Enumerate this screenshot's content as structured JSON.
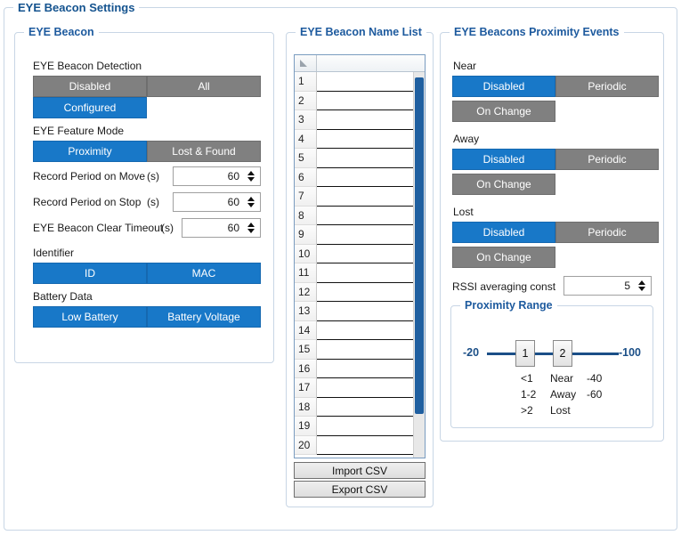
{
  "window": {
    "title": "EYE Beacon Settings"
  },
  "colors": {
    "accent_blue": "#1878c8",
    "toggle_off_gray": "#808080",
    "title_blue": "#1d5a9e",
    "slider_blue": "#1b4f87",
    "scrollbar_thumb": "#1f5fa0"
  },
  "beacon_panel": {
    "title": "EYE Beacon",
    "detection": {
      "label": "EYE Beacon Detection",
      "options": [
        {
          "label": "Disabled",
          "selected": false
        },
        {
          "label": "All",
          "selected": false
        },
        {
          "label": "Configured",
          "selected": true
        }
      ]
    },
    "feature_mode": {
      "label": "EYE Feature Mode",
      "options": [
        {
          "label": "Proximity",
          "selected": true
        },
        {
          "label": "Lost & Found",
          "selected": false
        }
      ]
    },
    "numeric_fields": [
      {
        "label": "Record Period on Move",
        "unit": "(s)",
        "value": "60"
      },
      {
        "label": "Record Period on Stop",
        "unit": "(s)",
        "value": "60"
      },
      {
        "label": "EYE Beacon Clear Timeout",
        "unit": "(s)",
        "value": "60"
      }
    ],
    "identifier": {
      "label": "Identifier",
      "options": [
        {
          "label": "ID",
          "selected": true
        },
        {
          "label": "MAC",
          "selected": true
        }
      ]
    },
    "battery_data": {
      "label": "Battery Data",
      "options": [
        {
          "label": "Low Battery",
          "selected": true
        },
        {
          "label": "Battery Voltage",
          "selected": true
        }
      ]
    }
  },
  "name_list_panel": {
    "title": "EYE Beacon Name List",
    "column_header": "",
    "rows": [
      {
        "num": "1",
        "name": ""
      },
      {
        "num": "2",
        "name": ""
      },
      {
        "num": "3",
        "name": ""
      },
      {
        "num": "4",
        "name": ""
      },
      {
        "num": "5",
        "name": ""
      },
      {
        "num": "6",
        "name": ""
      },
      {
        "num": "7",
        "name": ""
      },
      {
        "num": "8",
        "name": ""
      },
      {
        "num": "9",
        "name": ""
      },
      {
        "num": "10",
        "name": ""
      },
      {
        "num": "11",
        "name": ""
      },
      {
        "num": "12",
        "name": ""
      },
      {
        "num": "13",
        "name": ""
      },
      {
        "num": "14",
        "name": ""
      },
      {
        "num": "15",
        "name": ""
      },
      {
        "num": "16",
        "name": ""
      },
      {
        "num": "17",
        "name": ""
      },
      {
        "num": "18",
        "name": ""
      },
      {
        "num": "19",
        "name": ""
      },
      {
        "num": "20",
        "name": ""
      }
    ],
    "import_label": "Import CSV",
    "export_label": "Export CSV"
  },
  "proximity_events_panel": {
    "title": "EYE Beacons Proximity Events",
    "groups": [
      {
        "label": "Near",
        "options": [
          {
            "label": "Disabled",
            "selected": true
          },
          {
            "label": "Periodic",
            "selected": false
          },
          {
            "label": "On Change",
            "selected": false
          }
        ]
      },
      {
        "label": "Away",
        "options": [
          {
            "label": "Disabled",
            "selected": true
          },
          {
            "label": "Periodic",
            "selected": false
          },
          {
            "label": "On Change",
            "selected": false
          }
        ]
      },
      {
        "label": "Lost",
        "options": [
          {
            "label": "Disabled",
            "selected": true
          },
          {
            "label": "Periodic",
            "selected": false
          },
          {
            "label": "On Change",
            "selected": false
          }
        ]
      }
    ],
    "rssi": {
      "label": "RSSI averaging const",
      "value": "5"
    },
    "proximity_range": {
      "title": "Proximity Range",
      "min_label": "-20",
      "max_label": "-100",
      "handles": [
        {
          "value": "1"
        },
        {
          "value": "2"
        }
      ],
      "legend": [
        {
          "range": "<1",
          "name": "Near",
          "rssi": "-40"
        },
        {
          "range": "1-2",
          "name": "Away",
          "rssi": "-60"
        },
        {
          "range": ">2",
          "name": "Lost",
          "rssi": ""
        }
      ]
    }
  }
}
